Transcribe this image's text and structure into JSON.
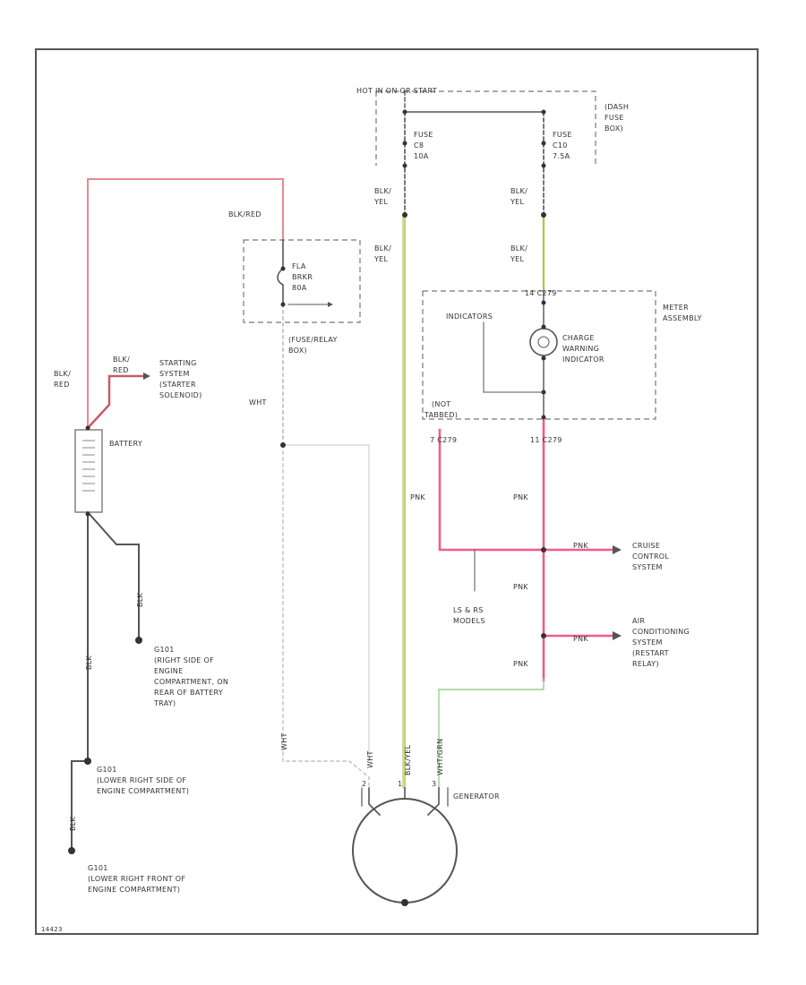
{
  "labels": {
    "hot_in_on": "HOT IN ON OR START",
    "dash_fuse_box": [
      "(DASH",
      "FUSE",
      "BOX)"
    ],
    "fuse1": [
      "FUSE",
      "C8",
      "10A"
    ],
    "fuse2": [
      "FUSE",
      "C10",
      "7.5A"
    ],
    "blk_yel_1": [
      "BLK/",
      "YEL"
    ],
    "blk_yel_2": [
      "BLK/",
      "YEL"
    ],
    "blk_yel_3": [
      "BLK/",
      "YEL"
    ],
    "blk_yel_4": [
      "BLK/",
      "YEL"
    ],
    "blk_red_top": "BLK/RED",
    "fla": [
      "FLA",
      "BRKR",
      "80A"
    ],
    "fuse_relay_box": [
      "(FUSE/RELAY",
      "BOX)"
    ],
    "blk_red_left": [
      "BLK/",
      "RED"
    ],
    "blk_red_starter": [
      "BLK/",
      "RED"
    ],
    "starting_system": [
      "STARTING",
      "SYSTEM",
      "(STARTER",
      "SOLENOID)"
    ],
    "wht_upper": "WHT",
    "battery": "BATTERY",
    "blk_vert": "BLK",
    "blk_g101": "BLK",
    "g101_desc": [
      "G101",
      "(RIGHT SIDE OF",
      "ENGINE",
      "COMPARTMENT, ON",
      "REAR OF BATTERY",
      "TRAY)"
    ],
    "g101b_desc": [
      "G101",
      "(LOWER RIGHT SIDE OF",
      "ENGINE COMPARTMENT)"
    ],
    "blk_g101b": "BLK",
    "g101c_desc": [
      "G101",
      "(LOWER RIGHT FRONT OF",
      "ENGINE COMPARTMENT)"
    ],
    "meter_assembly": [
      "METER",
      "ASSEMBLY"
    ],
    "c279_top": "14   C279",
    "indicators": "INDICATORS",
    "charge_indicator": [
      "CHARGE",
      "WARNING",
      "INDICATOR"
    ],
    "not_tabbed": [
      "(NOT",
      "TABBED)"
    ],
    "c279_left": "7    C279",
    "c279_right": "11    C279",
    "pnk_1": "PNK",
    "pnk_2": "PNK",
    "pnk_3": "PNK",
    "pnk_4": "PNK",
    "pnk_cruise": "PNK",
    "pnk_ac": "PNK",
    "cruise": [
      "CRUISE",
      "CONTROL",
      "SYSTEM"
    ],
    "ls_rs": [
      "LS & RS",
      "MODELS"
    ],
    "ac": [
      "AIR",
      "CONDITIONING",
      "SYSTEM",
      "(RESTART",
      "RELAY)"
    ],
    "wht_lower": "WHT",
    "wht_gen": "WHT",
    "blk_yel_gen": "BLK/YEL",
    "wht_grn_gen": "WHT/GRN",
    "generator": "GENERATOR",
    "pin2": "2",
    "pin1": "1",
    "pin3": "3",
    "footer_code": "14423"
  },
  "colors": {
    "red_wire": "#e8888f",
    "pink_wire": "#f25c86",
    "yellow_wire": "#b8c458",
    "green_wire": "#98d08a",
    "white_wire": "#c8c8c8",
    "black_wire": "#555555",
    "frame": "#555555"
  }
}
